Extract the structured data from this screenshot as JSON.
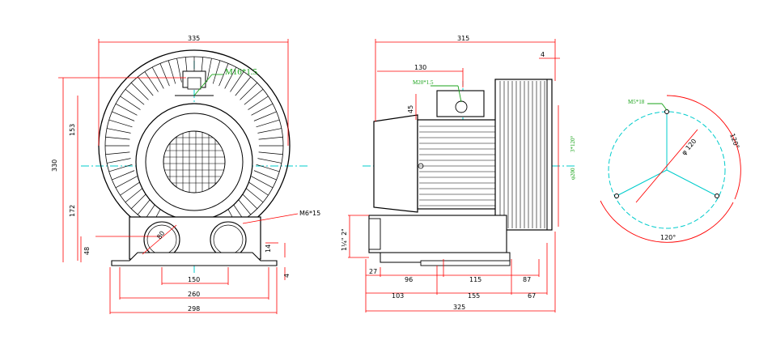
{
  "front_view": {
    "width_top": "335",
    "height_total": "330",
    "height_upper": "153",
    "height_lower": "172",
    "height_base": "48",
    "thread_top": "M16*1.5",
    "thread_side": "M6*15",
    "port_dia": "80",
    "w_150": "150",
    "w_260": "260",
    "w_298": "298",
    "foot_14": "14",
    "foot_4": "4"
  },
  "side_view": {
    "width_top": "315",
    "offset_130": "130",
    "gap_4": "4",
    "thread": "M20*1.5",
    "h_45": "45",
    "flange_dia": "φ200",
    "flange_bolt": "3*120°",
    "port_dia": "1¼\" 2\"",
    "d_27": "27",
    "d_96": "96",
    "d_115": "115",
    "d_87": "87",
    "d_103": "103",
    "d_155": "155",
    "d_67": "67",
    "d_325": "325"
  },
  "flange_view": {
    "thread": "M5*18",
    "dia": "φ 120",
    "angle_right": "120°",
    "angle_bottom": "120°"
  },
  "colors": {
    "outline": "#000000",
    "dimension": "#ff0000",
    "centerline": "#00cccc",
    "label": "#1aa31a"
  }
}
